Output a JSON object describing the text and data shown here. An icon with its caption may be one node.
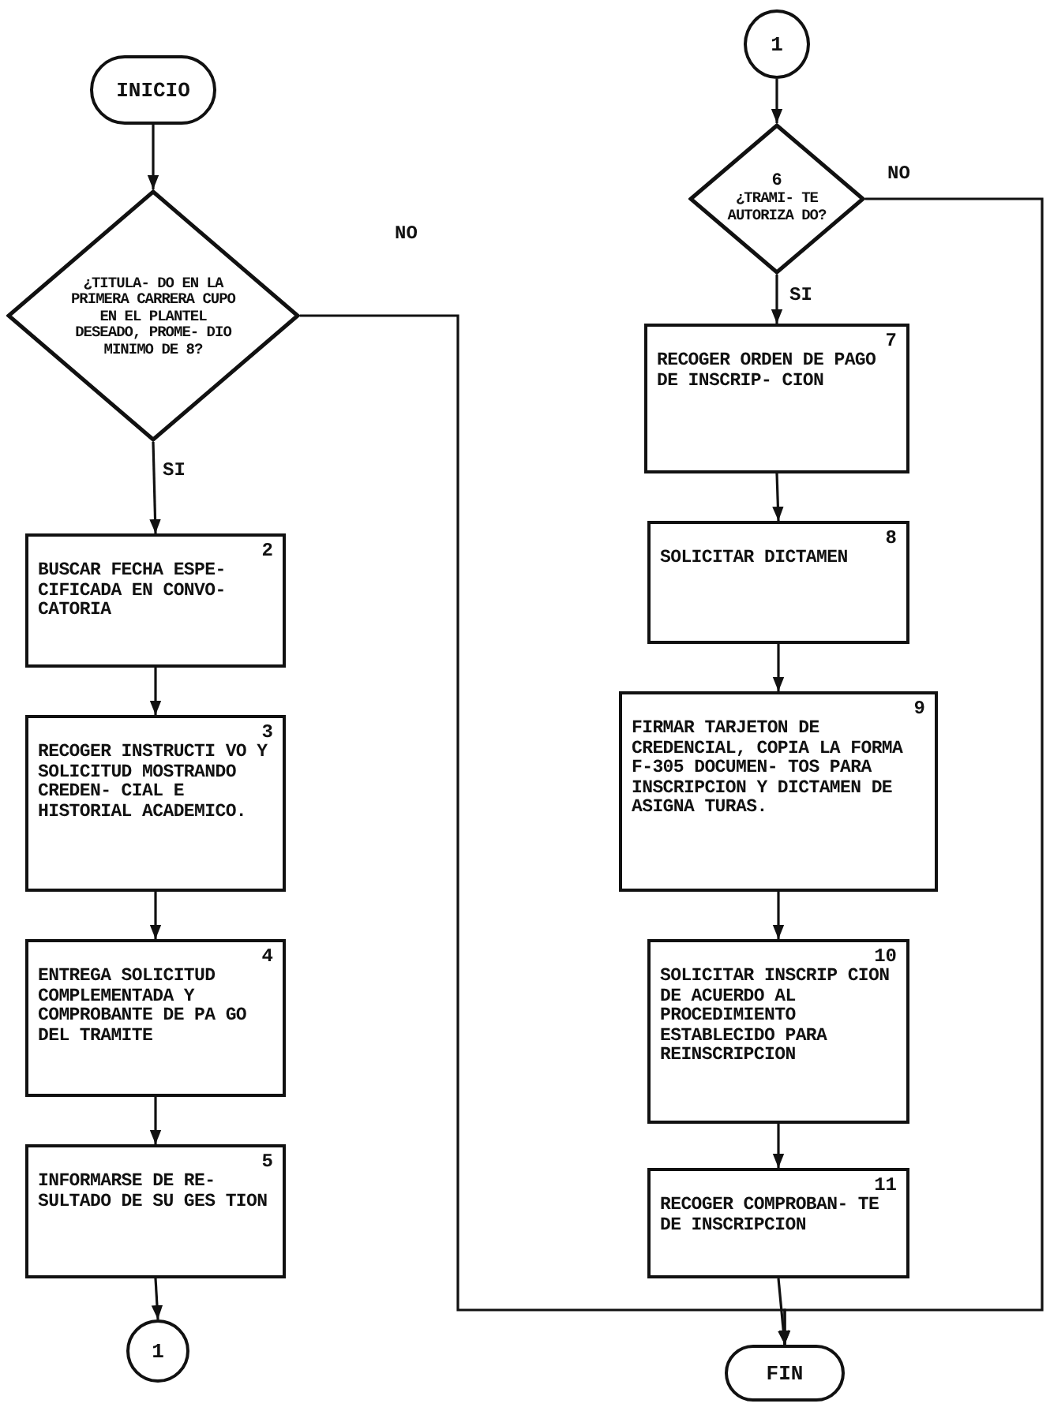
{
  "diagram": {
    "nodes": [
      {
        "text": [
          "INICIO"
        ]
      },
      {
        "text": [
          "¿TITULA- DO EN LA PRIMERA CARRERA CUPO EN EL PLANTEL DESEADO, PROME- DIO MINIMO DE 8?"
        ]
      },
      {
        "text": [
          "2",
          "BUSCAR FECHA ESPE- CIFICADA EN CONVO- CATORIA"
        ]
      },
      {
        "text": [
          "3",
          "RECOGER INSTRUCTI VO Y SOLICITUD MOSTRANDO CREDEN- CIAL E HISTORIAL ACADEMICO."
        ]
      },
      {
        "text": [
          "4",
          "ENTREGA SOLICITUD COMPLEMENTADA Y COMPROBANTE DE PA GO DEL TRAMITE"
        ]
      },
      {
        "text": [
          "5",
          "INFORMARSE DE RE- SULTADO DE SU GES TION"
        ]
      },
      {
        "text": [
          "1"
        ]
      },
      {
        "text": [
          "1"
        ]
      },
      {
        "text": [
          "6",
          "¿TRAMI- TE AUTORIZA DO?"
        ]
      },
      {
        "text": [
          "7",
          "RECOGER ORDEN DE PAGO DE INSCRIP- CION"
        ]
      },
      {
        "text": [
          "8",
          "SOLICITAR DICTAMEN"
        ]
      },
      {
        "text": [
          "9",
          "FIRMAR TARJETON DE CREDENCIAL, COPIA LA FORMA F-305 DOCUMEN- TOS PARA INSCRIPCION Y DICTAMEN DE ASIGNA TURAS."
        ]
      },
      {
        "text": [
          "10",
          "SOLICITAR INSCRIP CION DE ACUERDO AL PROCEDIMIENTO ESTABLECIDO PARA REINSCRIPCION"
        ]
      },
      {
        "text": [
          "11",
          "RECOGER COMPROBAN- TE DE INSCRIPCION"
        ]
      },
      {
        "text": [
          "FIN"
        ]
      }
    ],
    "edges": [
      {
        "from": 0,
        "to": 1,
        "arrow": "to"
      },
      {
        "from": 1,
        "to": 2,
        "arrow": "to",
        "label": "SI"
      },
      {
        "from": 2,
        "to": 3,
        "arrow": "to"
      },
      {
        "from": 3,
        "to": 4,
        "arrow": "to"
      },
      {
        "from": 4,
        "to": 5,
        "arrow": "to"
      },
      {
        "from": 5,
        "to": 6,
        "arrow": "to"
      },
      {
        "from": 7,
        "to": 8,
        "arrow": "to"
      },
      {
        "from": 8,
        "to": 9,
        "arrow": "to",
        "label": "SI"
      },
      {
        "from": 9,
        "to": 10,
        "arrow": "to"
      },
      {
        "from": 10,
        "to": 11,
        "arrow": "to"
      },
      {
        "from": 11,
        "to": 12,
        "arrow": "to"
      },
      {
        "from": 12,
        "to": 13,
        "arrow": "to"
      },
      {
        "from": 13,
        "to": 14,
        "arrow": "to"
      },
      {
        "from": 1,
        "to": 14,
        "arrow": "to",
        "label": "NO"
      },
      {
        "from": 8,
        "to": 14,
        "arrow": "to",
        "label": "NO"
      }
    ]
  }
}
